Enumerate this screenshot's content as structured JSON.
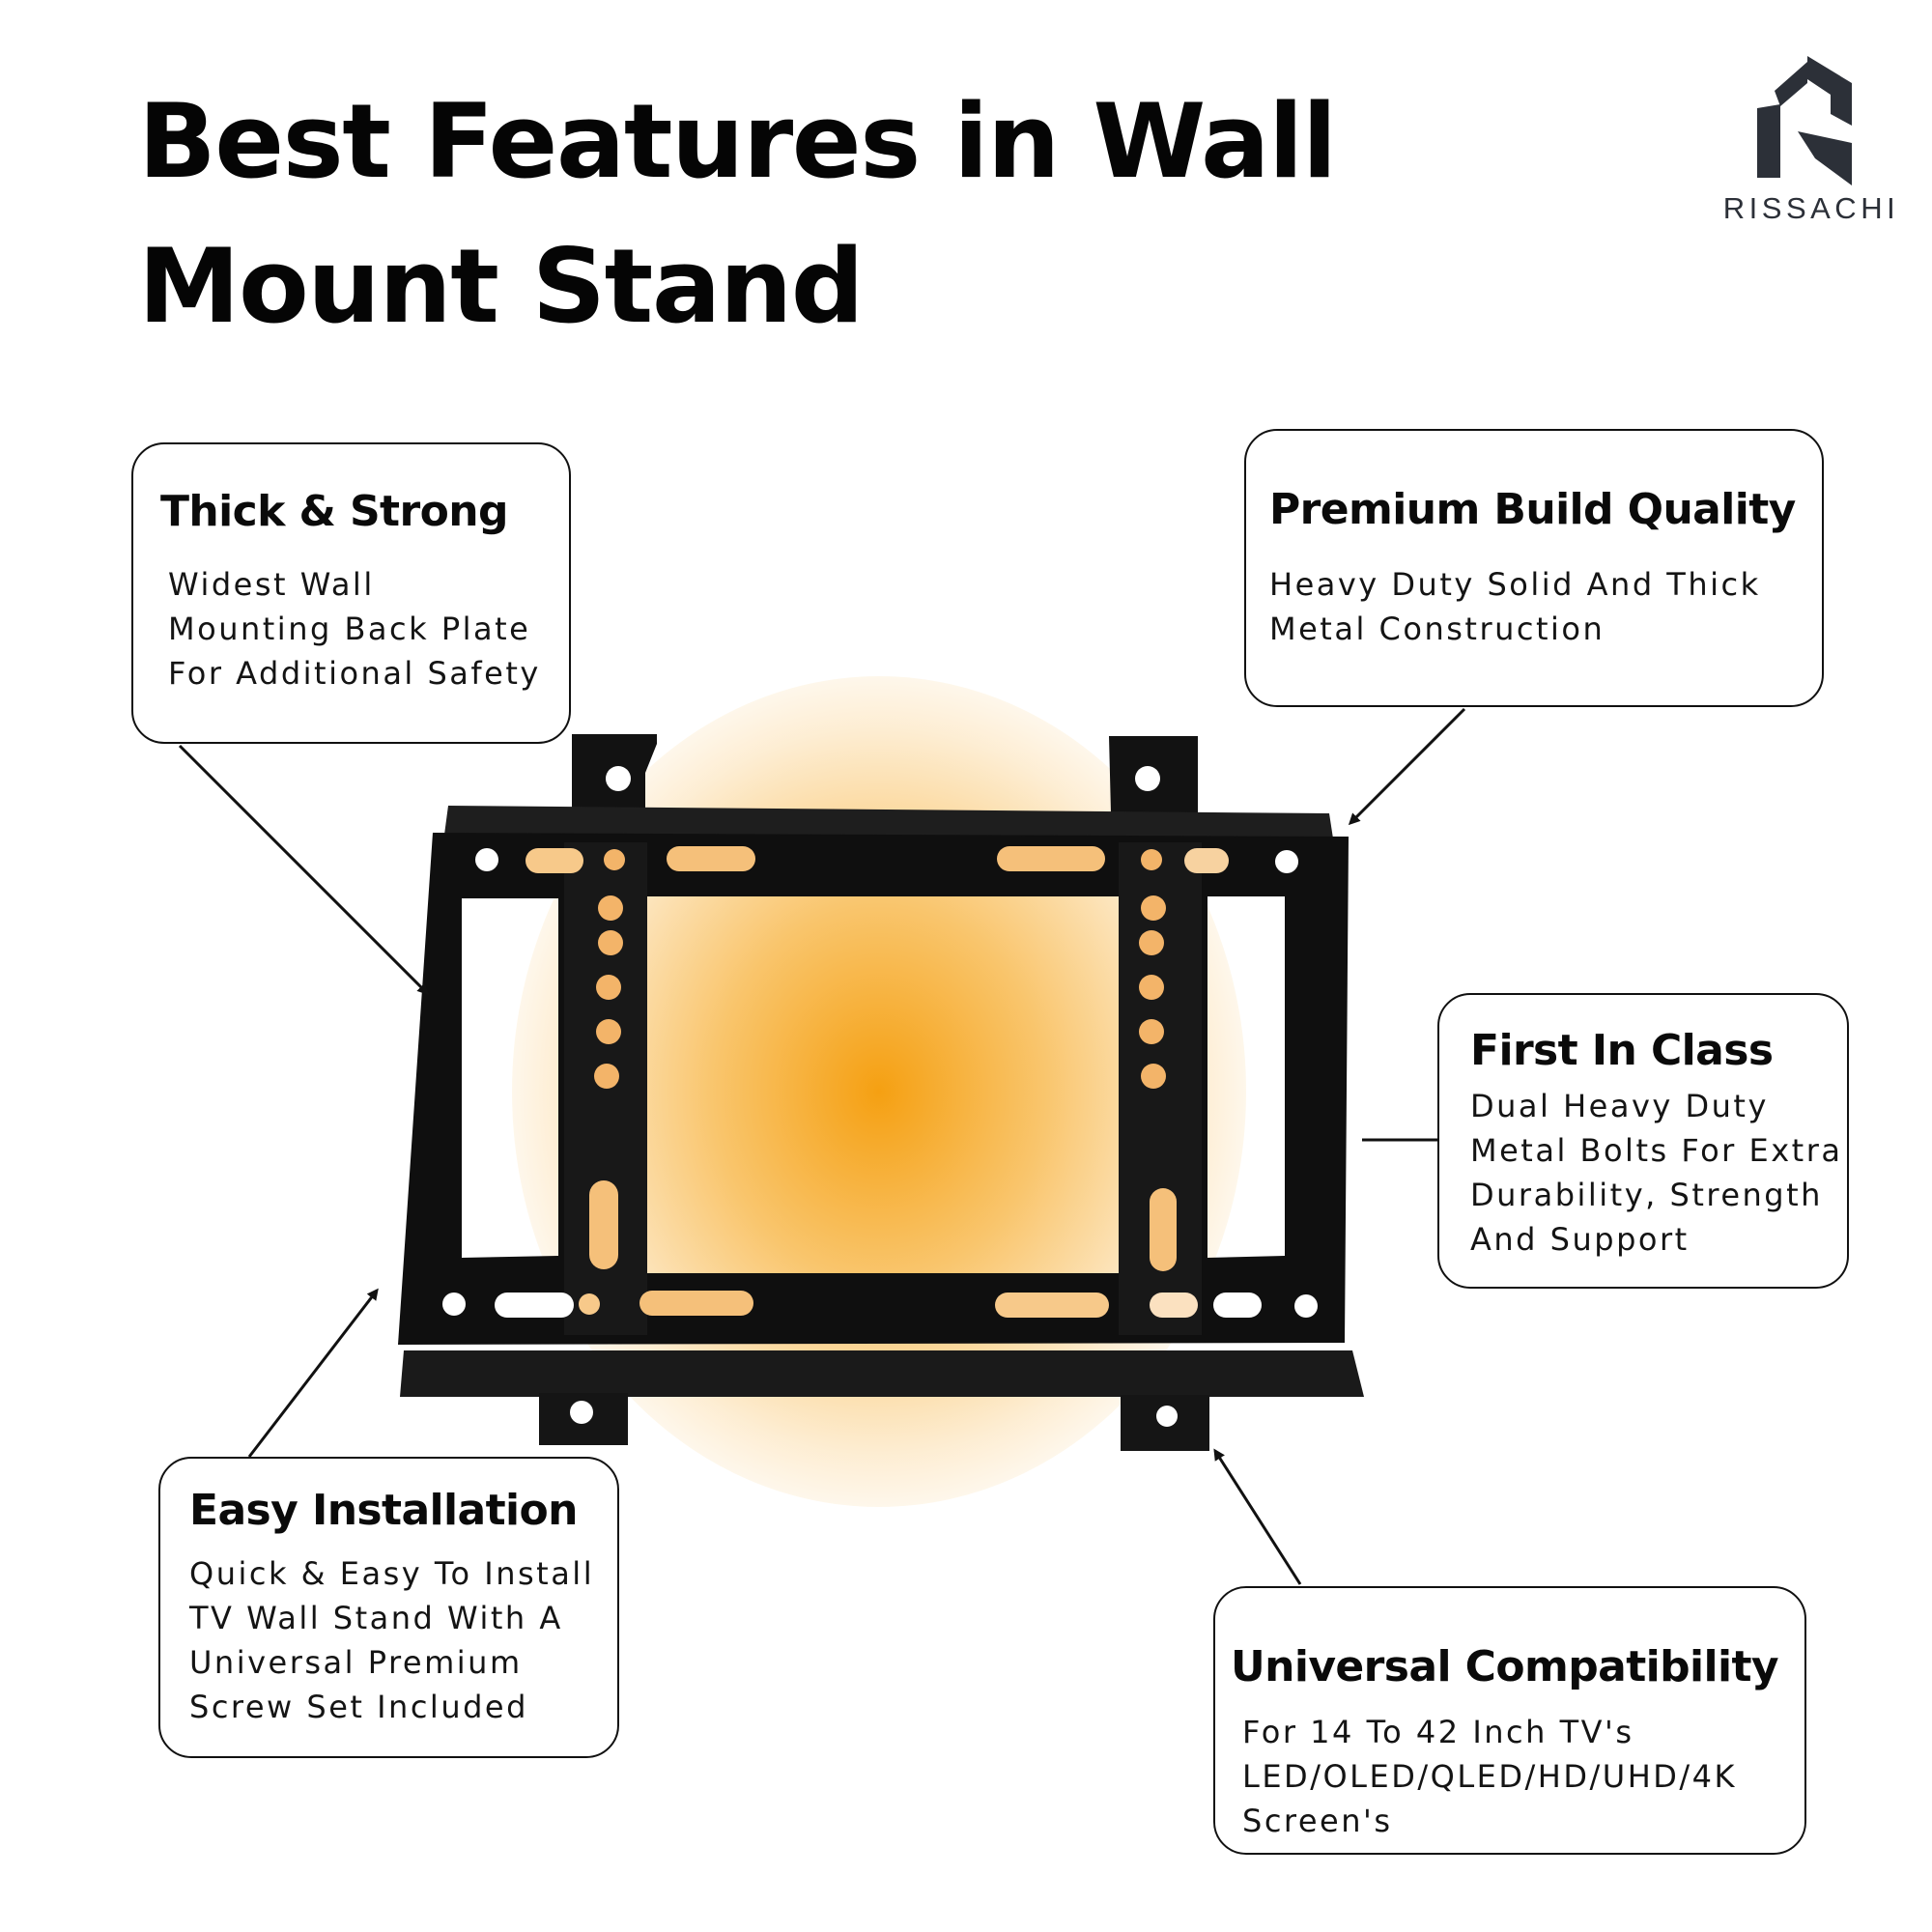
{
  "heading": {
    "line1": "Best Features in Wall",
    "line2": "Mount Stand"
  },
  "brand": {
    "name": "RISSACHI",
    "icon": "rissachi-r-logo-icon",
    "color": "#2c3038"
  },
  "accent_glow_color": "#f5a012",
  "features": [
    {
      "title": "Thick & Strong",
      "description": "Widest Wall\nMounting Back Plate\nFor Additional Safety"
    },
    {
      "title": "Premium Build Quality",
      "description": "Heavy Duty Solid And Thick\nMetal Construction"
    },
    {
      "title": "First In Class",
      "description": "Dual Heavy Duty\nMetal Bolts For Extra\nDurability, Strength\nAnd Support"
    },
    {
      "title": "Easy Installation",
      "description": "Quick & Easy To Install\nTV Wall Stand With A\nUniversal Premium\nScrew Set Included"
    },
    {
      "title": "Universal Compatibility",
      "description": "For 14 To 42 Inch  TV's\nLED/OLED/QLED/HD/UHD/4K\nScreen's"
    }
  ]
}
